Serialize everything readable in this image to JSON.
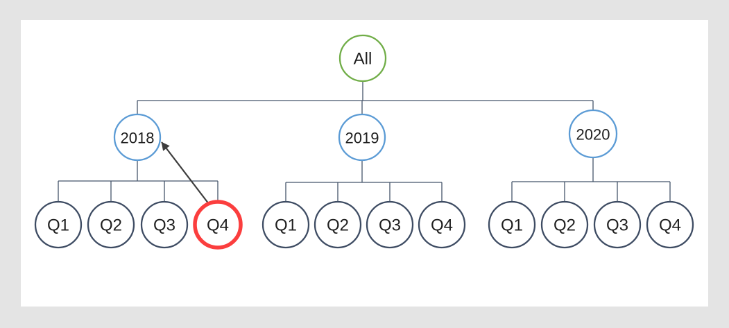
{
  "colors": {
    "page_background": "#e4e4e4",
    "surface_background": "#ffffff",
    "connector": "#44546A",
    "arrow": "#3d3d3d",
    "root_border": "#70AD47",
    "year_border": "#5B9BD5",
    "quarter_border": "#3E4C63",
    "highlight_border": "#FB3E3E",
    "text": "#1f1f1f"
  },
  "tree": {
    "root": {
      "label": "All",
      "border_color": "#70AD47"
    },
    "years": [
      {
        "label": "2018",
        "border_color": "#5B9BD5",
        "quarters": [
          {
            "label": "Q1",
            "border_color": "#3E4C63",
            "highlighted": false
          },
          {
            "label": "Q2",
            "border_color": "#3E4C63",
            "highlighted": false
          },
          {
            "label": "Q3",
            "border_color": "#3E4C63",
            "highlighted": false
          },
          {
            "label": "Q4",
            "border_color": "#FB3E3E",
            "highlighted": true
          }
        ]
      },
      {
        "label": "2019",
        "border_color": "#5B9BD5",
        "quarters": [
          {
            "label": "Q1",
            "border_color": "#3E4C63",
            "highlighted": false
          },
          {
            "label": "Q2",
            "border_color": "#3E4C63",
            "highlighted": false
          },
          {
            "label": "Q3",
            "border_color": "#3E4C63",
            "highlighted": false
          },
          {
            "label": "Q4",
            "border_color": "#3E4C63",
            "highlighted": false
          }
        ]
      },
      {
        "label": "2020",
        "border_color": "#5B9BD5",
        "quarters": [
          {
            "label": "Q1",
            "border_color": "#3E4C63",
            "highlighted": false
          },
          {
            "label": "Q2",
            "border_color": "#3E4C63",
            "highlighted": false
          },
          {
            "label": "Q3",
            "border_color": "#3E4C63",
            "highlighted": false
          },
          {
            "label": "Q4",
            "border_color": "#3E4C63",
            "highlighted": false
          }
        ]
      }
    ]
  },
  "annotation": {
    "arrow_from": "Q4 (2018)",
    "arrow_to": "2018",
    "color": "#3d3d3d"
  }
}
